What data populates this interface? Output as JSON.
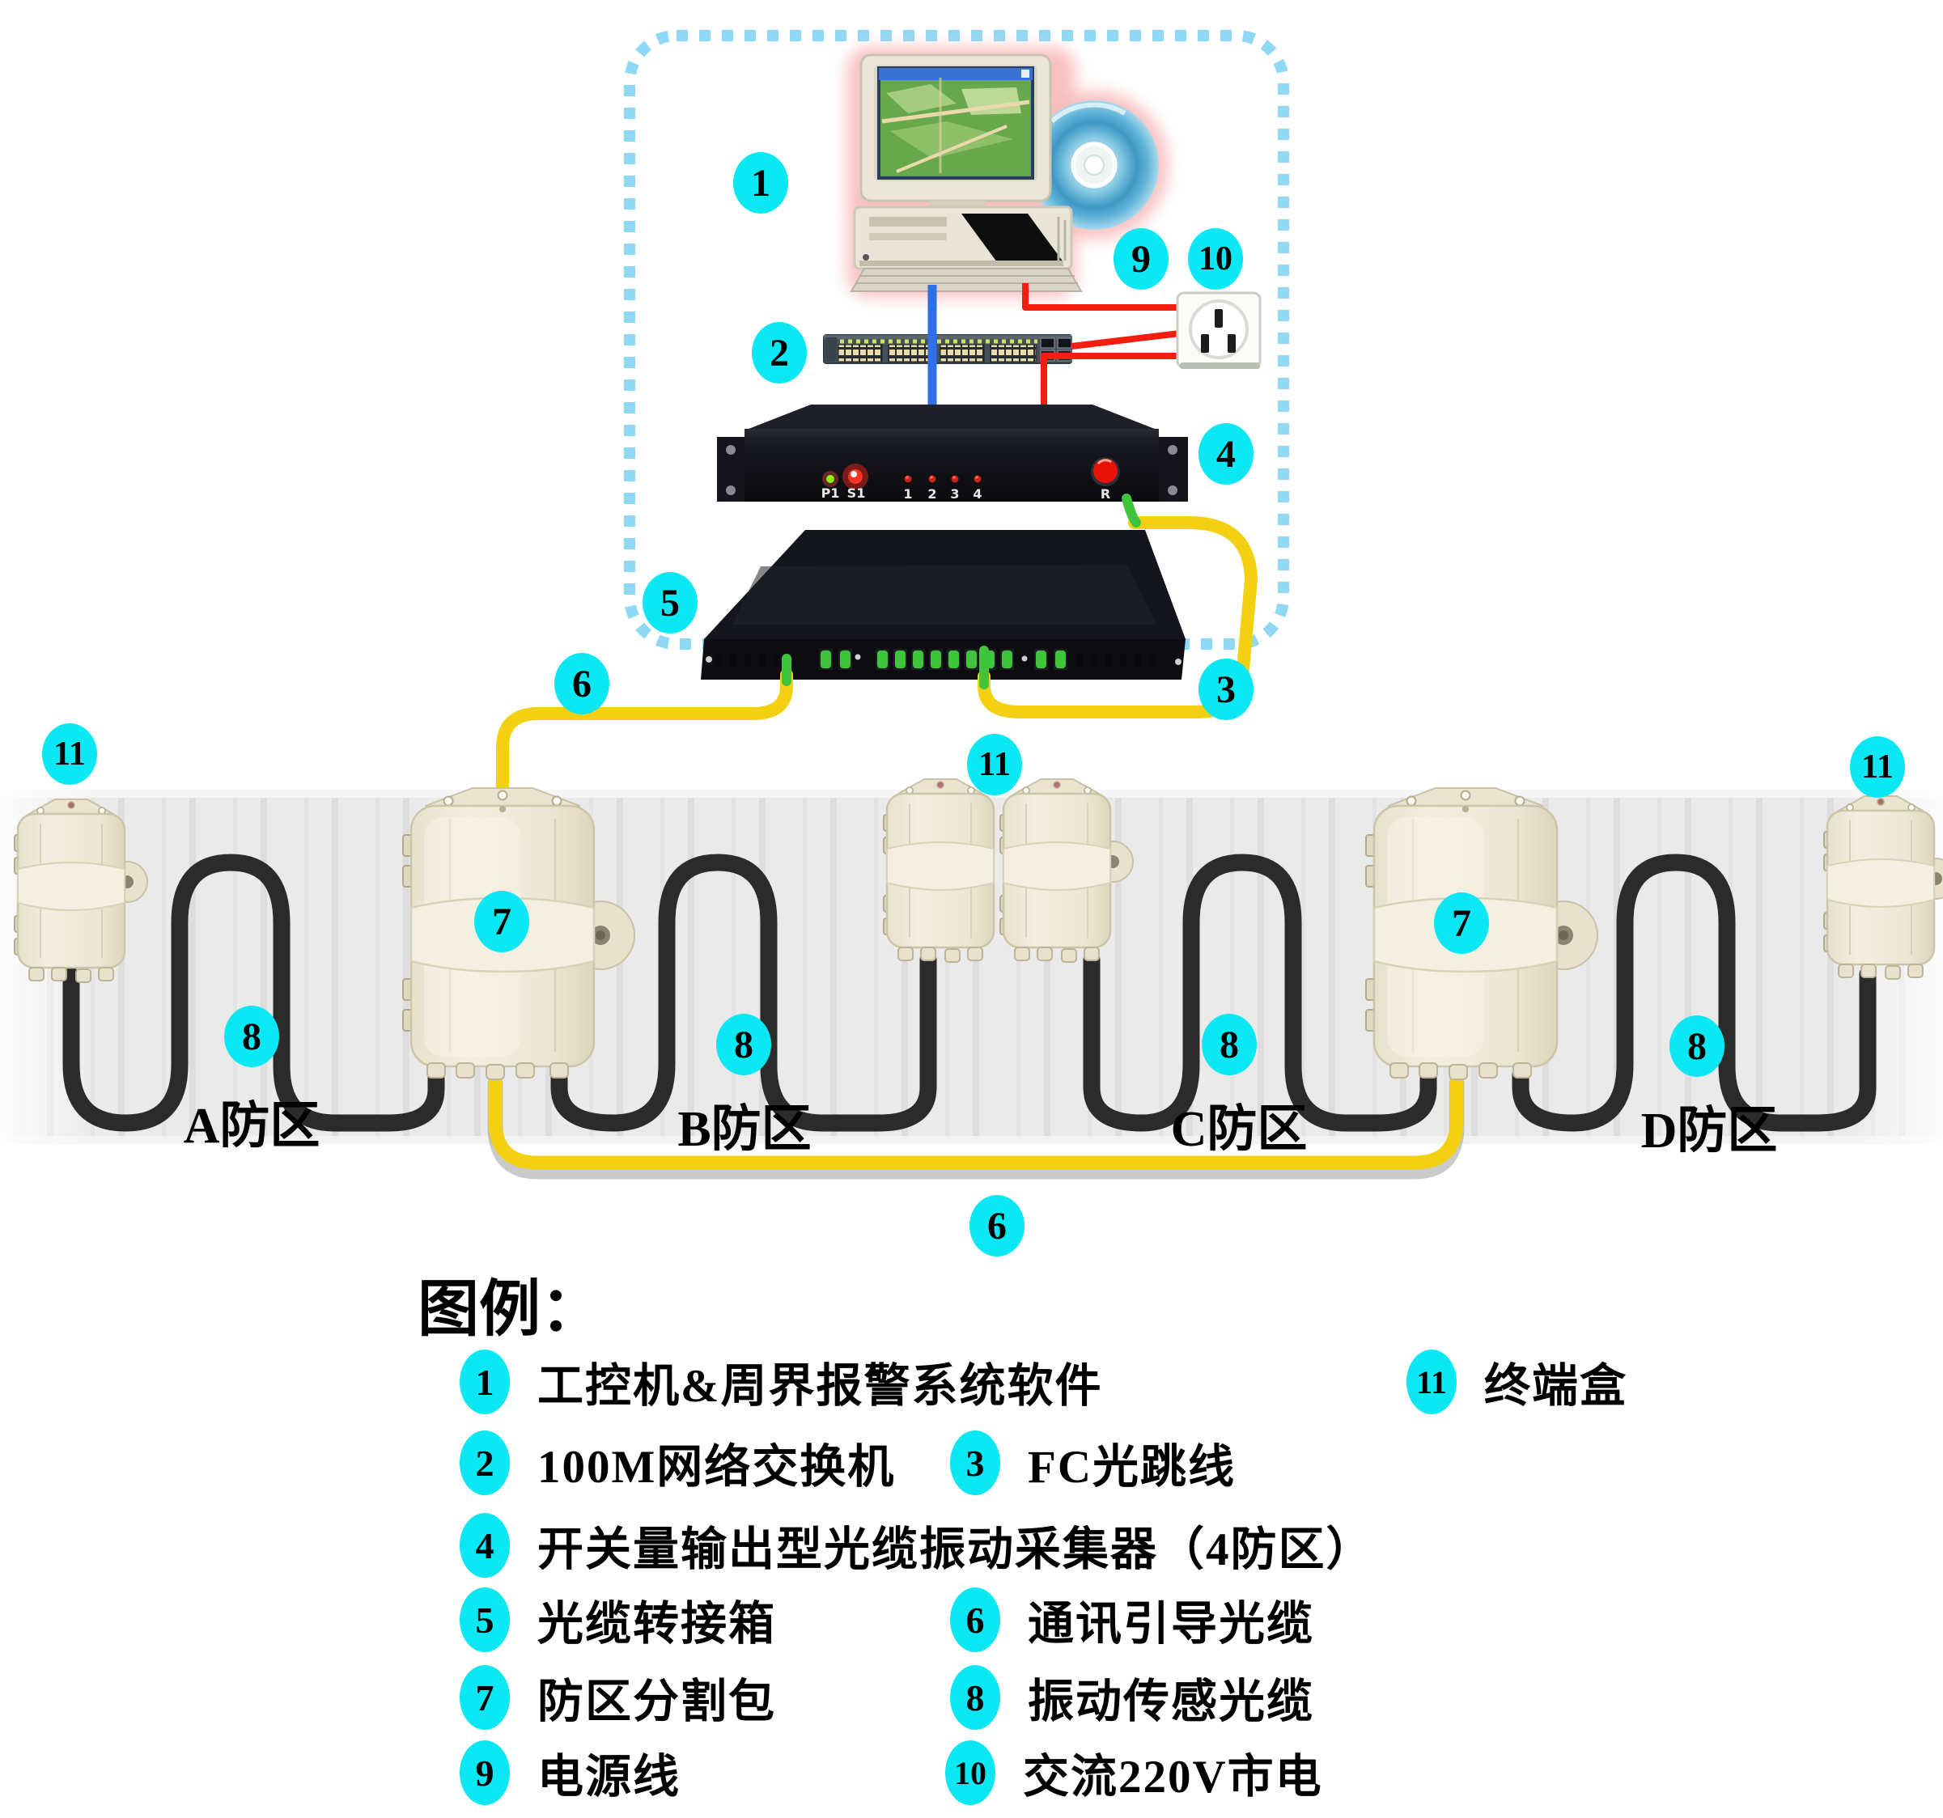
{
  "colors": {
    "accent_cyan": "#0be7f3",
    "dashed_border": "#8fd9f6",
    "cable_yellow": "#f4d013",
    "cable_green": "#3fc43c",
    "cable_red": "#f51c10",
    "cable_blue": "#2f6fe8",
    "cable_black": "#2b2b2b",
    "box_cream": "#eee9d8",
    "band_gray": "#e9e9e9"
  },
  "legend": {
    "title": "图例：",
    "items": [
      {
        "num": "1",
        "label": "工控机&周界报警系统软件"
      },
      {
        "num": "2",
        "label": "100M网络交换机"
      },
      {
        "num": "3",
        "label": "FC光跳线"
      },
      {
        "num": "4",
        "label": "开关量输出型光缆振动采集器（4防区）"
      },
      {
        "num": "5",
        "label": "光缆转接箱"
      },
      {
        "num": "6",
        "label": "通讯引导光缆"
      },
      {
        "num": "7",
        "label": "防区分割包"
      },
      {
        "num": "8",
        "label": "振动传感光缆"
      },
      {
        "num": "9",
        "label": "电源线"
      },
      {
        "num": "10",
        "label": "交流220V市电"
      },
      {
        "num": "11",
        "label": "终端盒"
      }
    ]
  },
  "zones": [
    {
      "label": "A防区"
    },
    {
      "label": "B防区"
    },
    {
      "label": "C防区"
    },
    {
      "label": "D防区"
    }
  ],
  "collector_panel": {
    "led_labels": [
      "P1",
      "S1",
      "1",
      "2",
      "3",
      "4"
    ],
    "button_label": "R"
  }
}
